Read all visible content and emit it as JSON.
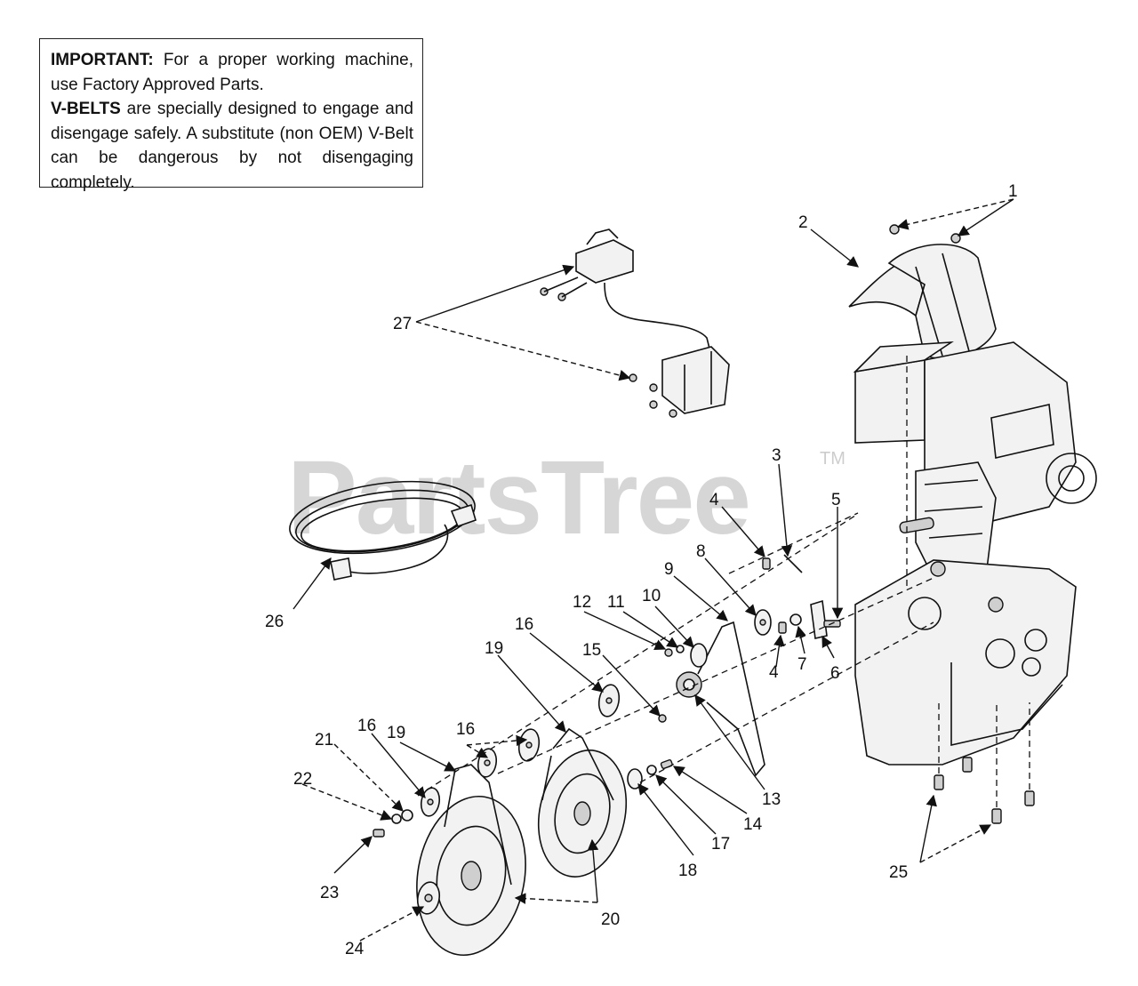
{
  "notice": {
    "heading": "IMPORTANT:",
    "line1": " For a proper working machine, use Factory Approved Parts.",
    "heading2": "V-BELTS",
    "line2": " are specially designed to engage and disengage safely. A substitute (non OEM) V-Belt can be dangerous by not disengaging completely."
  },
  "watermark": {
    "text": "PartsTree",
    "tm": "TM"
  },
  "callouts": {
    "c1": "1",
    "c2": "2",
    "c3": "3",
    "c4a": "4",
    "c4b": "4",
    "c5": "5",
    "c6": "6",
    "c7": "7",
    "c8": "8",
    "c9": "9",
    "c10": "10",
    "c11": "11",
    "c12": "12",
    "c13": "13",
    "c14": "14",
    "c15": "15",
    "c16a": "16",
    "c16b": "16",
    "c16c": "16",
    "c17": "17",
    "c18": "18",
    "c19a": "19",
    "c19b": "19",
    "c20": "20",
    "c21": "21",
    "c22": "22",
    "c23": "23",
    "c24": "24",
    "c25": "25",
    "c26": "26",
    "c27": "27"
  }
}
